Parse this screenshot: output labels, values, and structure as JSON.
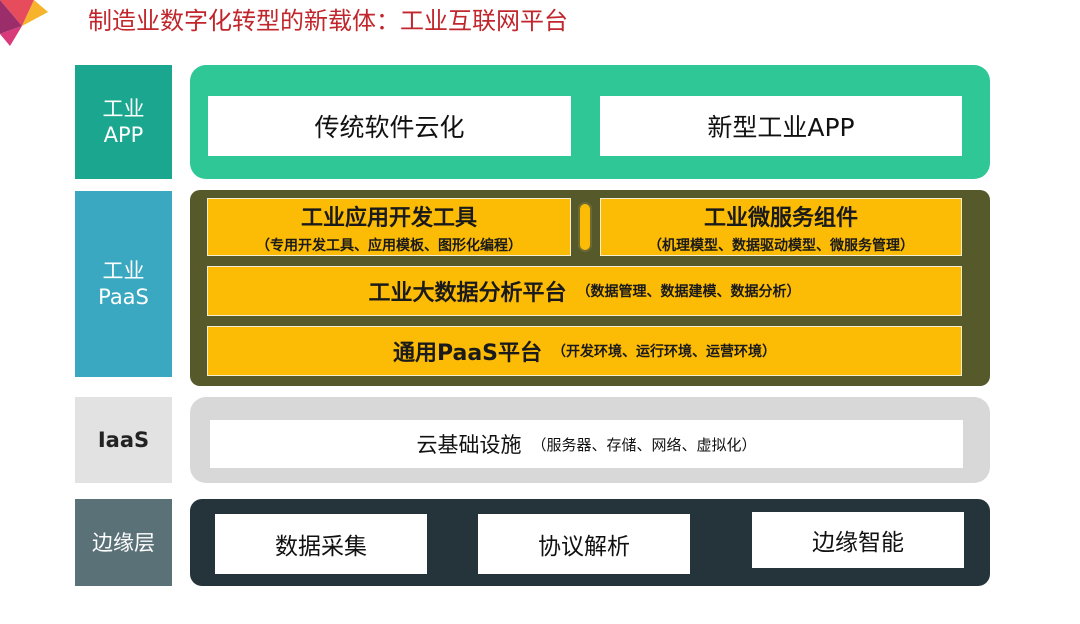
{
  "title": "制造业数字化转型的新载体：工业互联网平台",
  "layers": {
    "app": {
      "label_lines": [
        "工业",
        "APP"
      ]
    },
    "paas": {
      "label_lines": [
        "工业",
        "PaaS"
      ]
    },
    "iaas": {
      "label": "IaaS"
    },
    "edge": {
      "label": "边缘层"
    }
  },
  "app_items": [
    "传统软件云化",
    "新型工业APP"
  ],
  "paas": {
    "dev_tools": {
      "title": "工业应用开发工具",
      "detail": "（专用开发工具、应用模板、图形化编程）"
    },
    "microservice": {
      "title": "工业微服务组件",
      "detail": "（机理模型、数据驱动模型、微服务管理）"
    },
    "bigdata": {
      "title": "工业大数据分析平台",
      "detail": "（数据管理、数据建模、数据分析）"
    },
    "general": {
      "title": "通用PaaS平台",
      "detail": "（开发环境、运行环境、运营环境）"
    }
  },
  "iaas_item": {
    "title": "云基础设施",
    "detail": "（服务器、存储、网络、虚拟化）"
  },
  "edge_items": [
    "数据采集",
    "协议解析",
    "边缘智能"
  ],
  "colors": {
    "title": "#c0262c",
    "app_band": "#2ec795",
    "app_label": "#1ba78f",
    "paas_band": "#56592a",
    "paas_label": "#3aa8c0",
    "gold": "#fcbb05",
    "iaas_band": "#d8d8d8",
    "edge_band": "#24343a",
    "edge_label": "#5a7177"
  }
}
